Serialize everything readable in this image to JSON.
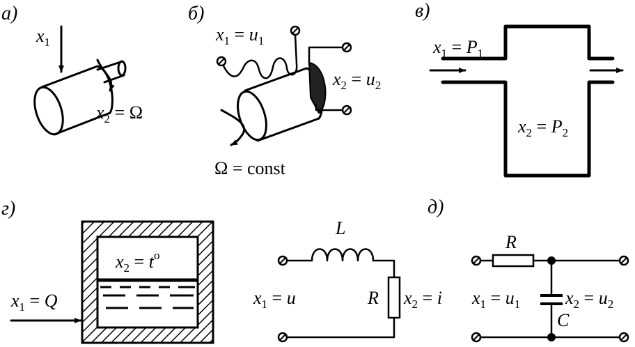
{
  "panels": {
    "a": {
      "label": "а)",
      "input": {
        "sym": "x",
        "sub": "1"
      },
      "output": {
        "sym": "x",
        "sub": "2",
        "rest": " = Ω"
      }
    },
    "b": {
      "label": "б)",
      "input": {
        "sym": "x",
        "sub": "1",
        "mid": " = ",
        "sym2": "u",
        "sub2": "1"
      },
      "output": {
        "sym": "x",
        "sub": "2",
        "mid": " = ",
        "sym2": "u",
        "sub2": "2"
      },
      "speed": "Ω = const"
    },
    "c": {
      "label": "в)",
      "input": {
        "sym": "x",
        "sub": "1",
        "mid": " = ",
        "sym2": "P",
        "sub2": "1"
      },
      "output": {
        "sym": "x",
        "sub": "2",
        "mid": " = ",
        "sym2": "P",
        "sub2": "2"
      }
    },
    "d": {
      "label": "г)",
      "input": {
        "sym": "x",
        "sub": "1",
        "mid": " = ",
        "sym2": "Q"
      },
      "output": {
        "sym": "x",
        "sub": "2",
        "mid": " = ",
        "sym2": "t",
        "sup": "o"
      }
    },
    "e": {
      "label": "д)",
      "rl": {
        "inductor": "L",
        "resistor": "R",
        "input": {
          "sym": "x",
          "sub": "1",
          "mid": " = ",
          "sym2": "u"
        },
        "output": {
          "sym": "x",
          "sub": "2",
          "mid": " = ",
          "sym2": "i"
        }
      },
      "rc": {
        "resistor": "R",
        "capacitor": "C",
        "input": {
          "sym": "x",
          "sub": "1",
          "mid": " = ",
          "sym2": "u",
          "sub2": "1"
        },
        "output": {
          "sym": "x",
          "sub": "2",
          "mid": " = ",
          "sym2": "u",
          "sub2": "2"
        }
      }
    }
  }
}
